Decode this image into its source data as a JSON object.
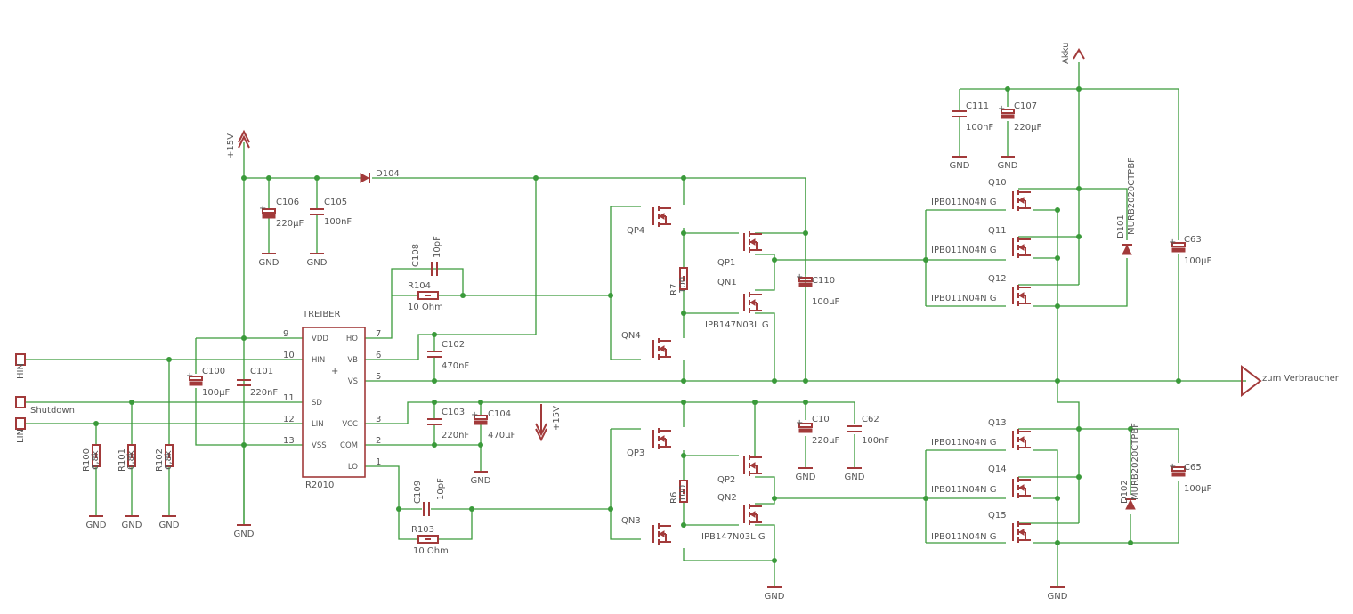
{
  "schematic": {
    "ic": {
      "title": "TREIBER",
      "part": "IR2010",
      "pins_left": [
        {
          "num": "9",
          "name": "VDD"
        },
        {
          "num": "10",
          "name": "HIN"
        },
        {
          "num": "11",
          "name": "SD"
        },
        {
          "num": "12",
          "name": "LIN"
        },
        {
          "num": "13",
          "name": "VSS"
        }
      ],
      "pins_right": [
        {
          "num": "7",
          "name": "HO"
        },
        {
          "num": "6",
          "name": "VB"
        },
        {
          "num": "5",
          "name": "VS"
        },
        {
          "num": "3",
          "name": "VCC"
        },
        {
          "num": "2",
          "name": "COM"
        },
        {
          "num": "1",
          "name": "LO"
        }
      ]
    },
    "connectors": {
      "hin": "HIN",
      "shutdown": "Shutdown",
      "lin": "LIN"
    },
    "supplies": {
      "v15_top": "+15V",
      "v15_mid": "+15V",
      "akku": "Akku",
      "gnd": "GND"
    },
    "output_label": "zum Verbraucher",
    "resistors": [
      {
        "ref": "R100",
        "value": "6,8k"
      },
      {
        "ref": "R101",
        "value": "6,8k"
      },
      {
        "ref": "R102",
        "value": "6,8k"
      },
      {
        "ref": "R104",
        "value": "10 Ohm"
      },
      {
        "ref": "R103",
        "value": "10 Ohm"
      },
      {
        "ref": "R7",
        "value": "100"
      },
      {
        "ref": "R6",
        "value": "100"
      }
    ],
    "capacitors": [
      {
        "ref": "C106",
        "value": "220µF"
      },
      {
        "ref": "C105",
        "value": "100nF"
      },
      {
        "ref": "C100",
        "value": "100µF"
      },
      {
        "ref": "C101",
        "value": "220nF"
      },
      {
        "ref": "C108",
        "value": "10pF"
      },
      {
        "ref": "C102",
        "value": "470nF"
      },
      {
        "ref": "C103",
        "value": "220nF"
      },
      {
        "ref": "C104",
        "value": "470µF"
      },
      {
        "ref": "C109",
        "value": "10pF"
      },
      {
        "ref": "C110",
        "value": "100µF"
      },
      {
        "ref": "C10",
        "value": "220µF"
      },
      {
        "ref": "C62",
        "value": "100nF"
      },
      {
        "ref": "C111",
        "value": "100nF"
      },
      {
        "ref": "C107",
        "value": "220µF"
      },
      {
        "ref": "C63",
        "value": "100µF"
      },
      {
        "ref": "C65",
        "value": "100µF"
      }
    ],
    "diodes": [
      {
        "ref": "D104",
        "value": ""
      },
      {
        "ref": "D101",
        "value": "MURB2020CTPBF"
      },
      {
        "ref": "D102",
        "value": "MURB2020CTPBF"
      }
    ],
    "transistors": [
      {
        "ref": "QP4",
        "value": ""
      },
      {
        "ref": "QP1",
        "value": ""
      },
      {
        "ref": "QN1",
        "value": "IPB147N03L G"
      },
      {
        "ref": "QN4",
        "value": ""
      },
      {
        "ref": "QP3",
        "value": ""
      },
      {
        "ref": "QP2",
        "value": ""
      },
      {
        "ref": "QN2",
        "value": "IPB147N03L G"
      },
      {
        "ref": "QN3",
        "value": ""
      },
      {
        "ref": "Q10",
        "value": "IPB011N04N G"
      },
      {
        "ref": "Q11",
        "value": "IPB011N04N G"
      },
      {
        "ref": "Q12",
        "value": "IPB011N04N G"
      },
      {
        "ref": "Q13",
        "value": "IPB011N04N G"
      },
      {
        "ref": "Q14",
        "value": "IPB011N04N G"
      },
      {
        "ref": "Q15",
        "value": "IPB011N04N G"
      }
    ]
  }
}
